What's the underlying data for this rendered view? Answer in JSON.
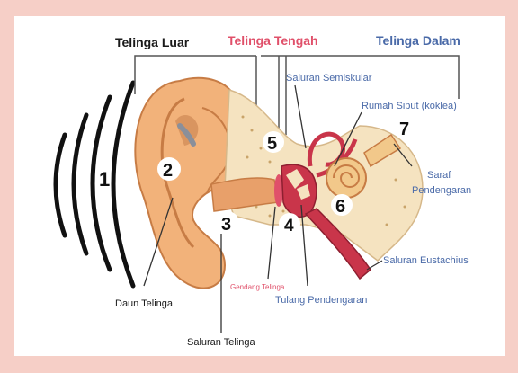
{
  "sections": {
    "outer": "Telinga Luar",
    "middle": "Telinga Tengah",
    "inner": "Telinga Dalam"
  },
  "labels": {
    "semicircular": "Saluran Semiskular",
    "cochlea": "Rumah Siput (koklea)",
    "nerve_line1": "Saraf",
    "nerve_line2": "Pendengaran",
    "eustachian": "Saluran Eustachius",
    "ossicles": "Tulang Pendengaran",
    "eardrum": "Gendang Telinga",
    "pinna": "Daun Telinga",
    "canal": "Saluran Telinga"
  },
  "numbers": {
    "n1": "1",
    "n2": "2",
    "n3": "3",
    "n4": "4",
    "n5": "5",
    "n6": "6",
    "n7": "7"
  },
  "colors": {
    "frame": "#f6cfc7",
    "panel": "#ffffff",
    "outer_text": "#1a1a1a",
    "middle_text": "#e0506a",
    "inner_text": "#4a6aa8",
    "skin": "#f2b27a",
    "skin_dark": "#c77c45",
    "bone": "#f5e3c0",
    "red": "#c9354a"
  }
}
